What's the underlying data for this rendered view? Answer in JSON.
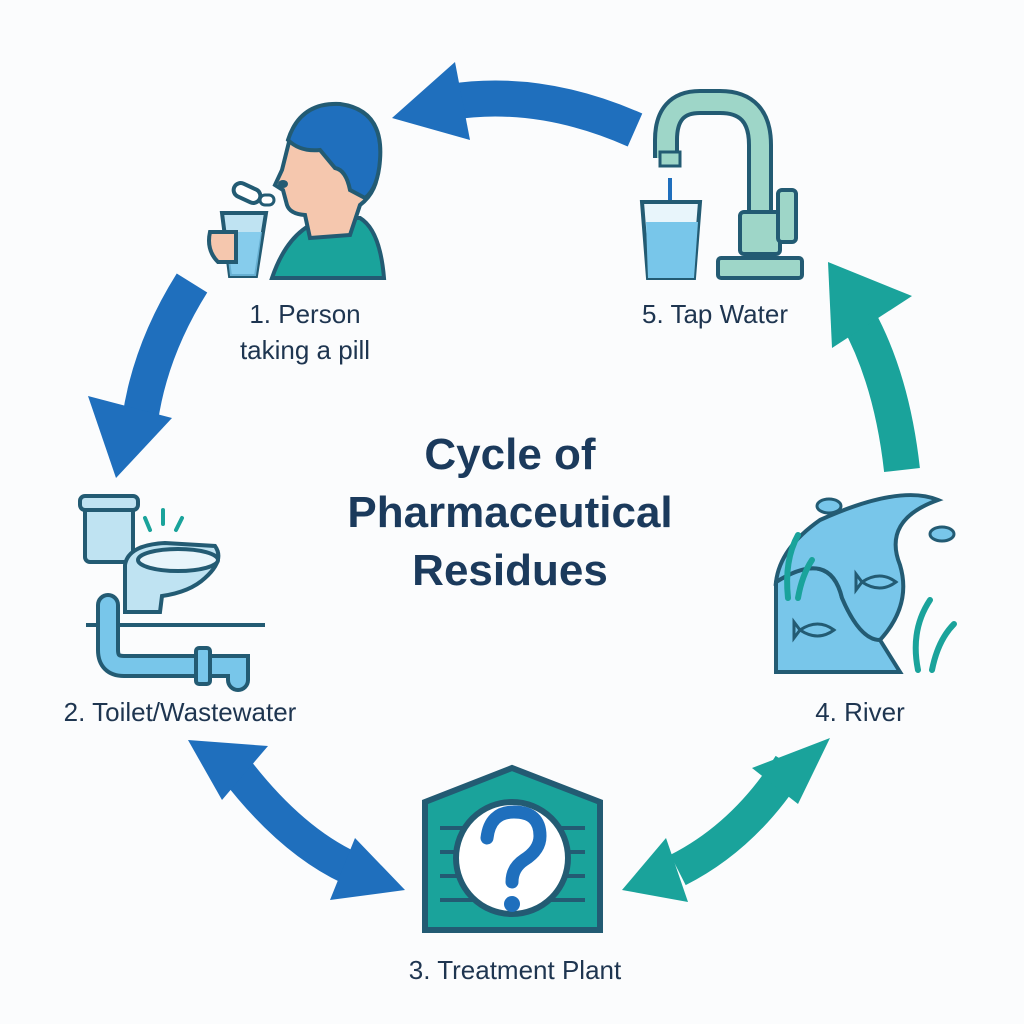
{
  "title": {
    "lines": [
      "Cycle of",
      "Pharmaceutical",
      "Residues"
    ]
  },
  "nodes": [
    {
      "id": "person",
      "lines": [
        "1. Person",
        "taking a pill"
      ],
      "icon": "person-taking-pill-icon"
    },
    {
      "id": "toilet",
      "lines": [
        "2. Toilet/Wastewater"
      ],
      "icon": "toilet-icon"
    },
    {
      "id": "plant",
      "lines": [
        "3. Treatment Plant"
      ],
      "icon": "treatment-plant-question-icon"
    },
    {
      "id": "river",
      "lines": [
        "4. River"
      ],
      "icon": "river-icon"
    },
    {
      "id": "tap",
      "lines": [
        "5. Tap Water"
      ],
      "icon": "tap-water-icon"
    }
  ],
  "colors": {
    "blue": "#1f6fbd",
    "teal": "#1aa39b",
    "outline": "#235b73",
    "text": "#1e3550"
  }
}
